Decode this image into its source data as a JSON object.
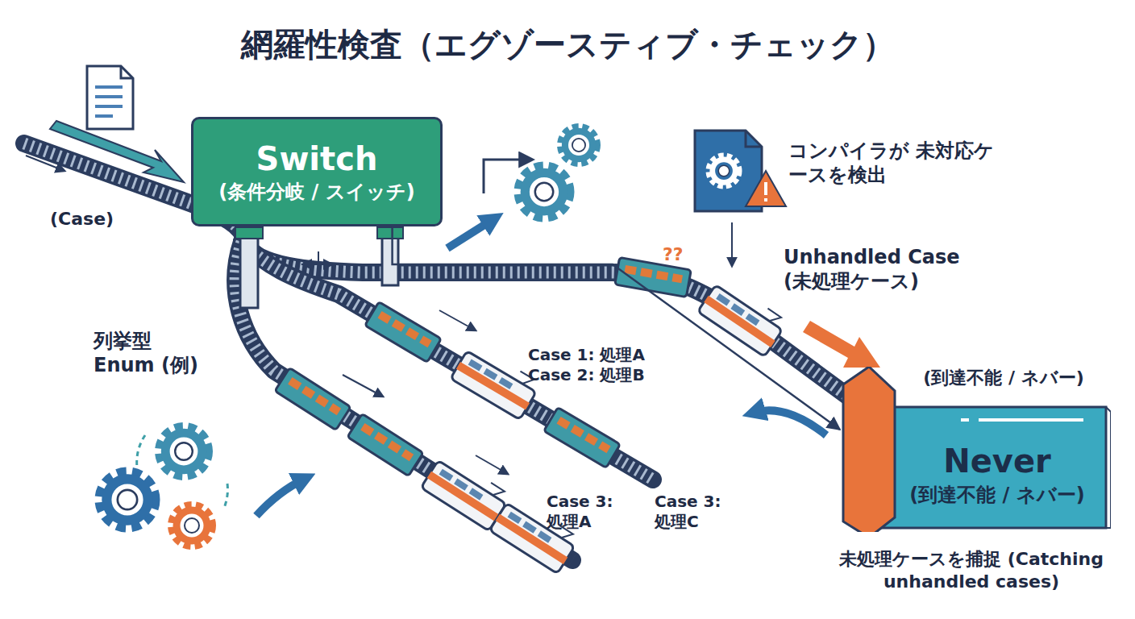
{
  "diagram": {
    "title": "網羅性検査（エグゾースティブ・チェック）",
    "nodes": [
      {
        "text": [
          "Switch",
          "(条件分岐 / スイッチ)"
        ]
      },
      {
        "text": [
          "(到達不能 / ネバー)",
          "Never",
          "(到達不能 / ネバー)"
        ]
      }
    ],
    "edges": [
      {
        "from": 0,
        "to": 1,
        "arrow": "to",
        "label": "Unhandled Case (未処理ケース)"
      }
    ],
    "labels": [
      "(Case)",
      "列挙型 Enum (例)",
      "Case 1: 処理A Case 2: 処理B",
      "Case 3: 処理A",
      "Case 3: 処理C",
      "コンパイラが 未対応ケースを検出",
      "??",
      "未処理ケースを捕捉 (Catching unhandled cases)"
    ]
  }
}
